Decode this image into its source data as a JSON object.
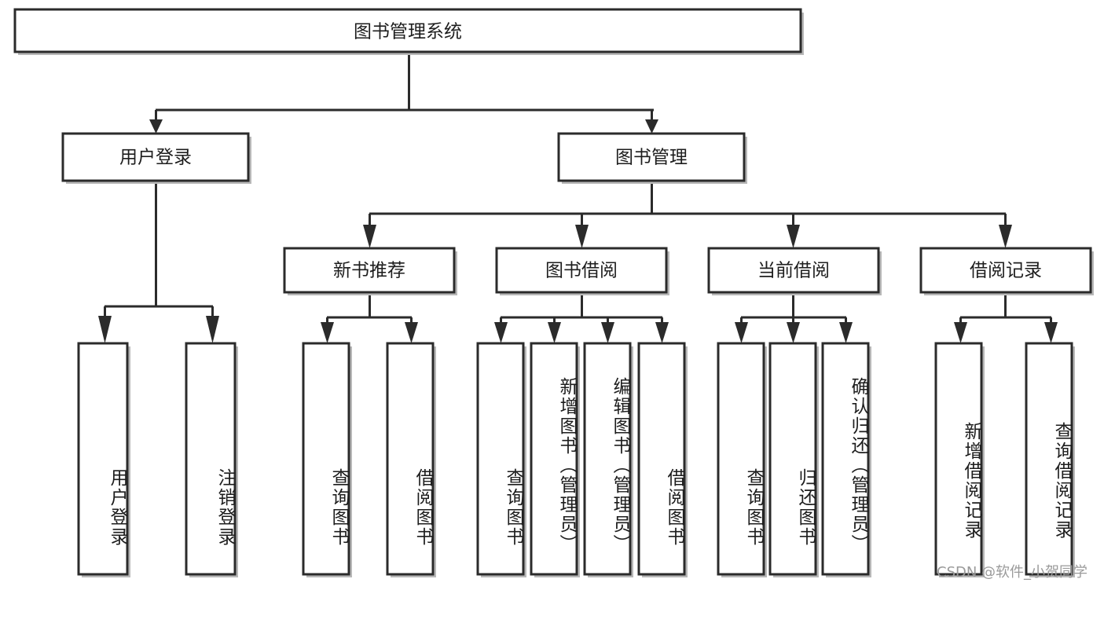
{
  "diagram": {
    "title": "图书管理系统",
    "type": "tree-hierarchy",
    "orientation": "top-down",
    "levels": 4,
    "root": {
      "id": "root",
      "label": "图书管理系统"
    },
    "level2": [
      {
        "id": "user-login",
        "label": "用户登录"
      },
      {
        "id": "book-manage",
        "label": "图书管理"
      }
    ],
    "level3": [
      {
        "id": "new-book-rec",
        "label": "新书推荐",
        "parent": "book-manage"
      },
      {
        "id": "book-borrow",
        "label": "图书借阅",
        "parent": "book-manage"
      },
      {
        "id": "current-borrow",
        "label": "当前借阅",
        "parent": "book-manage"
      },
      {
        "id": "borrow-record",
        "label": "借阅记录",
        "parent": "book-manage"
      }
    ],
    "leaves": [
      {
        "id": "leaf-user-login",
        "label": "用户登录",
        "parent": "user-login"
      },
      {
        "id": "leaf-logout",
        "label": "注销登录",
        "parent": "user-login"
      },
      {
        "id": "leaf-query-book-1",
        "label": "查询图书",
        "parent": "new-book-rec"
      },
      {
        "id": "leaf-borrow-book-1",
        "label": "借阅图书",
        "parent": "new-book-rec"
      },
      {
        "id": "leaf-query-book-2",
        "label": "查询图书",
        "parent": "book-borrow"
      },
      {
        "id": "leaf-add-book",
        "label": "新增图书（管理员）",
        "parent": "book-borrow"
      },
      {
        "id": "leaf-edit-book",
        "label": "编辑图书（管理员）",
        "parent": "book-borrow"
      },
      {
        "id": "leaf-borrow-book-2",
        "label": "借阅图书",
        "parent": "book-borrow"
      },
      {
        "id": "leaf-query-book-3",
        "label": "查询图书",
        "parent": "current-borrow"
      },
      {
        "id": "leaf-return-book",
        "label": "归还图书",
        "parent": "current-borrow"
      },
      {
        "id": "leaf-confirm-return",
        "label": "确认归还（管理员）",
        "parent": "current-borrow"
      },
      {
        "id": "leaf-add-record",
        "label": "新增借阅记录",
        "parent": "borrow-record"
      },
      {
        "id": "leaf-query-record",
        "label": "查询借阅记录",
        "parent": "borrow-record"
      }
    ]
  },
  "watermark": {
    "text": "CSDN @软件_小贺同学"
  },
  "colors": {
    "stroke": "#2b2b2b",
    "fill": "#ffffff",
    "shadow": "#b8b8b8",
    "text": "#1d1d1d",
    "watermark": "#9a9a9a",
    "background": "#ffffff"
  }
}
